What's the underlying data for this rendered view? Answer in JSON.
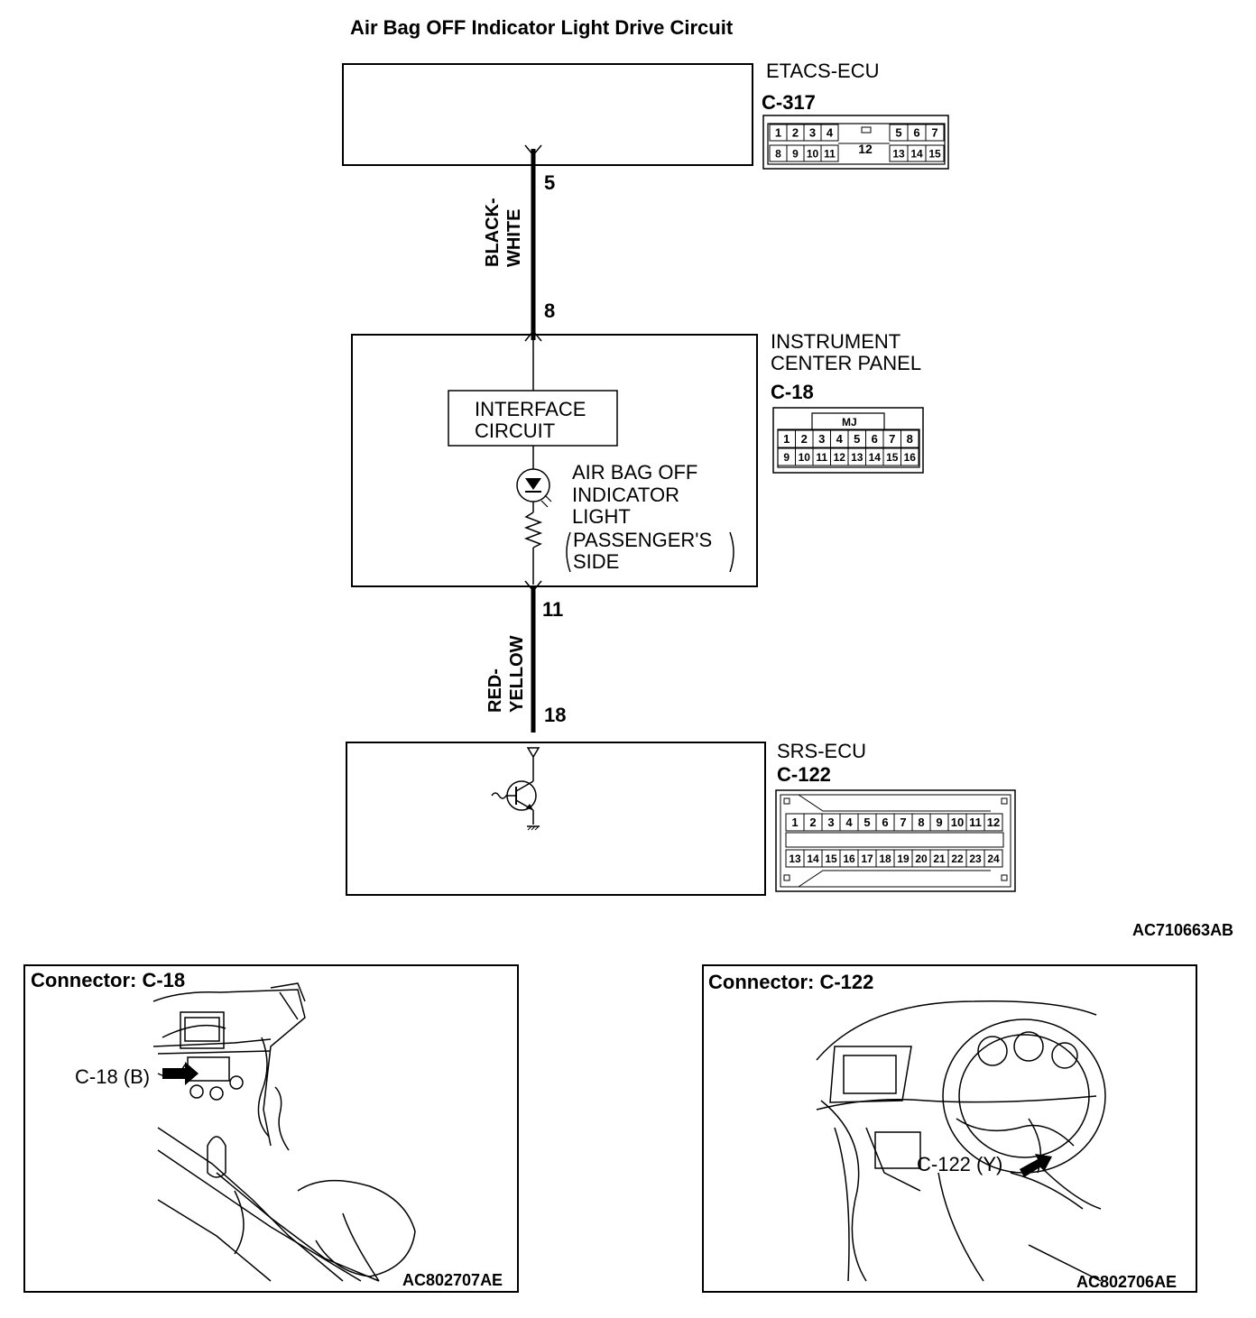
{
  "title": "Air Bag OFF Indicator Light Drive Circuit",
  "figure_code_top": "AC710663AB",
  "components": {
    "etacs": {
      "name": "ETACS-ECU",
      "connector": "C-317",
      "pins_row1": [
        "1",
        "2",
        "3",
        "4",
        "5",
        "6",
        "7"
      ],
      "pin_center": "12",
      "pins_row2": [
        "8",
        "9",
        "10",
        "11",
        "13",
        "14",
        "15"
      ]
    },
    "icp": {
      "name_line1": "INSTRUMENT",
      "name_line2": "CENTER PANEL",
      "connector": "C-18",
      "tab_label": "MJ",
      "pins_row1": [
        "1",
        "2",
        "3",
        "4",
        "5",
        "6",
        "7",
        "8"
      ],
      "pins_row2": [
        "9",
        "10",
        "11",
        "12",
        "13",
        "14",
        "15",
        "16"
      ],
      "interface_line1": "INTERFACE",
      "interface_line2": "CIRCUIT",
      "lamp_line1": "AIR BAG OFF",
      "lamp_line2": "INDICATOR",
      "lamp_line3": "LIGHT",
      "lamp_line4": "PASSENGER'S",
      "lamp_line5": "SIDE"
    },
    "srs": {
      "name": "SRS-ECU",
      "connector": "C-122",
      "pins_row1": [
        "1",
        "2",
        "3",
        "4",
        "5",
        "6",
        "7",
        "8",
        "9",
        "10",
        "11",
        "12"
      ],
      "pins_row2": [
        "13",
        "14",
        "15",
        "16",
        "17",
        "18",
        "19",
        "20",
        "21",
        "22",
        "23",
        "24"
      ]
    }
  },
  "wires": {
    "w1": {
      "color_line1": "BLACK-",
      "color_line2": "WHITE",
      "pin_top": "5",
      "pin_bottom": "8"
    },
    "w2": {
      "color_line1": "RED-",
      "color_line2": "YELLOW",
      "pin_top": "11",
      "pin_bottom": "18"
    }
  },
  "locators": {
    "left": {
      "title": "Connector: C-18",
      "callout": "C-18 (B)",
      "code": "AC802707AE"
    },
    "right": {
      "title": "Connector: C-122",
      "callout": "C-122 (Y)",
      "code": "AC802706AE"
    }
  }
}
